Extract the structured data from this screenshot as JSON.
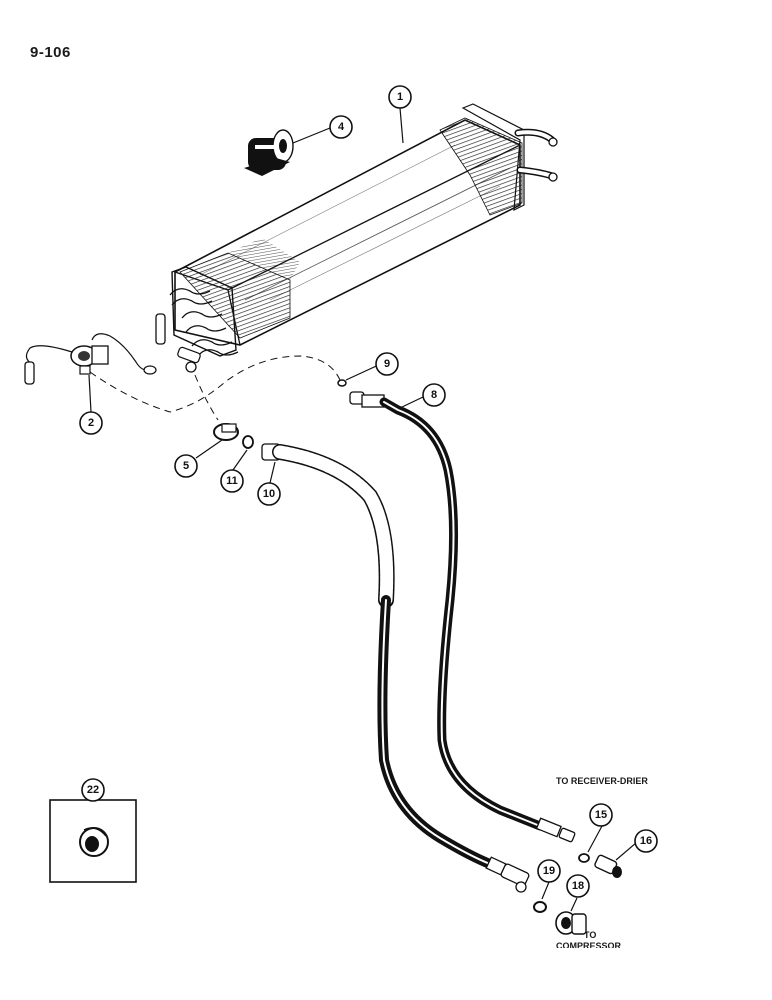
{
  "page": {
    "number": "9-106"
  },
  "notes": {
    "receiver_drier": "TO RECEIVER-DRIER",
    "compressor_line1": "TO",
    "compressor_line2": "COMPRESSOR"
  },
  "callouts": [
    "1",
    "2",
    "4",
    "5",
    "8",
    "9",
    "10",
    "11",
    "15",
    "16",
    "18",
    "19",
    "22"
  ],
  "icons": [
    "evaporator-core",
    "expansion-valve",
    "grommet",
    "hose-clamp",
    "o-ring",
    "hose-assembly",
    "fitting"
  ]
}
